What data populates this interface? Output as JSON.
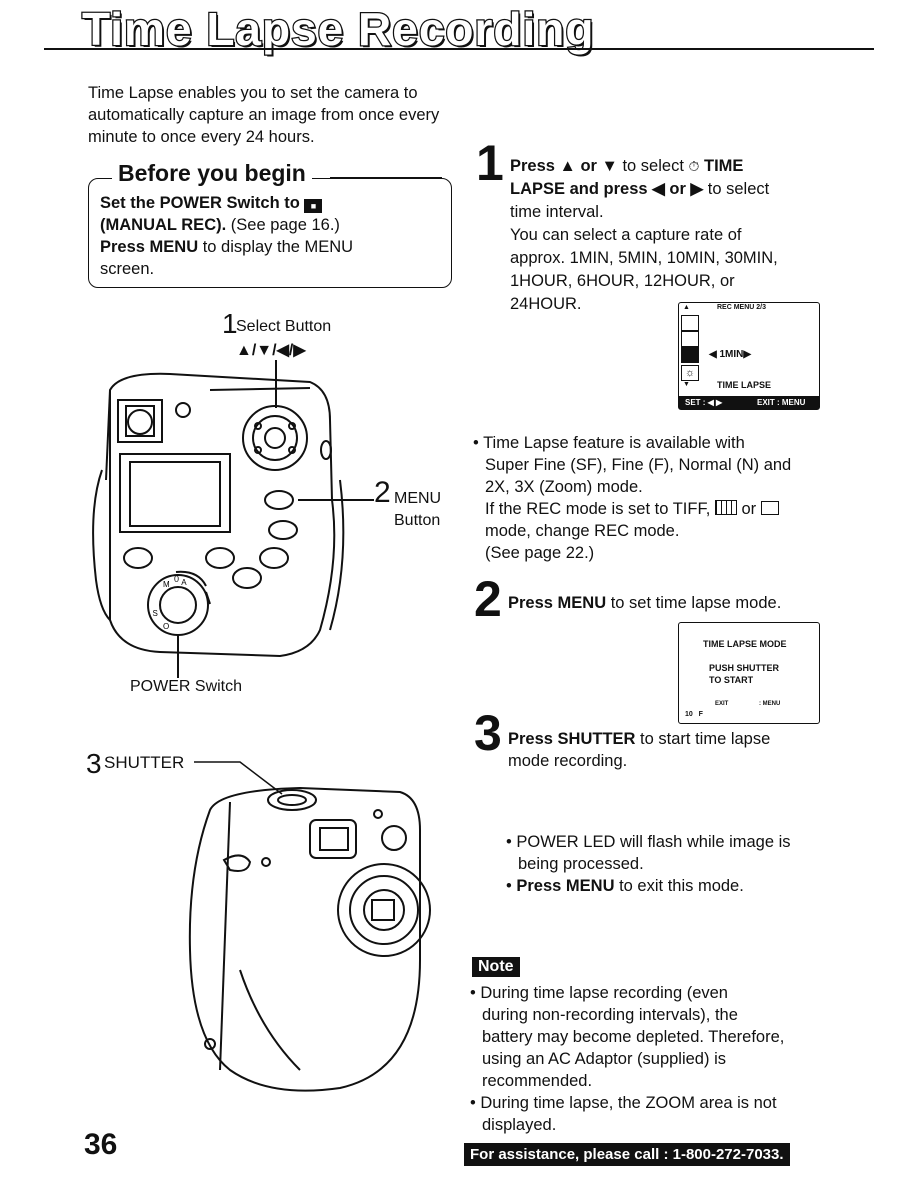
{
  "header": {
    "title": "Time Lapse Recording"
  },
  "intro": "Time Lapse enables you to set the camera to automatically capture an image from once every minute to once every 24 hours.",
  "before": {
    "heading": "Before you begin",
    "l1_bold": "Set the POWER Switch to",
    "l2_bold": "(MANUAL REC).",
    "l2_rest": " (See page 16.)",
    "l3_bold": "Press MENU",
    "l3_rest": " to display the MENU",
    "l4": "screen."
  },
  "diagram": {
    "select_num": "1",
    "select_label": "Select Button",
    "arrows": "▲/▼/◀/▶",
    "menu_num": "2",
    "menu_label": "MENU",
    "menu_label2": "Button",
    "power_label": "POWER Switch",
    "shutter_num": "3",
    "shutter_label": "SHUTTER",
    "dial_letters": [
      "M",
      "A",
      "S",
      "O"
    ]
  },
  "step1": {
    "num": "1",
    "a1": "Press ▲ or ▼",
    "a2": " to select ",
    "a3": "TIME",
    "b1": "LAPSE and press ◀ or ▶",
    "b2": " to select",
    "c": "time interval.",
    "d": "You can select a capture rate of",
    "e": "approx. 1MIN, 5MIN, 10MIN, 30MIN,",
    "f": "1HOUR, 6HOUR, 12HOUR, or",
    "g": "24HOUR."
  },
  "screen1": {
    "header": "REC MENU 2/3",
    "value": "◀ 1MIN▶",
    "item": "TIME LAPSE",
    "bar_left": "SET : ◀ ▶",
    "bar_right": "EXIT : MENU"
  },
  "bullets1": {
    "a": "• Time Lapse feature is available with",
    "b": "Super Fine (SF), Fine (F), Normal (N) and",
    "c": "2X, 3X (Zoom) mode.",
    "d1": "If the REC mode is set to TIFF,",
    "d2": " or",
    "e": "mode, change REC mode.",
    "f": "(See page 22.)"
  },
  "step2": {
    "num": "2",
    "bold": "Press MENU",
    "rest": " to set time lapse mode."
  },
  "screen2": {
    "line1": "TIME LAPSE MODE",
    "line2": "PUSH SHUTTER",
    "line3": "TO START",
    "exit": "EXIT",
    "menu": ": MENU",
    "status": "10   F"
  },
  "step3": {
    "num": "3",
    "bold": "Press SHUTTER",
    "rest": " to start time lapse",
    "line2": "mode recording."
  },
  "bullets3": {
    "a": "• POWER LED will flash while image is",
    "b": "being processed.",
    "c_bold": "Press MENU",
    "c_rest": " to exit this mode."
  },
  "note": {
    "badge": "Note",
    "a": "• During time lapse recording (even",
    "b": "during non-recording intervals), the",
    "c": "battery may become depleted. Therefore,",
    "d": "using an AC Adaptor (supplied) is",
    "e": "recommended.",
    "f": "• During time lapse, the ZOOM area is not",
    "g": "displayed."
  },
  "footer": {
    "page": "36",
    "assist": "For assistance, please call : 1-800-272-7033."
  }
}
